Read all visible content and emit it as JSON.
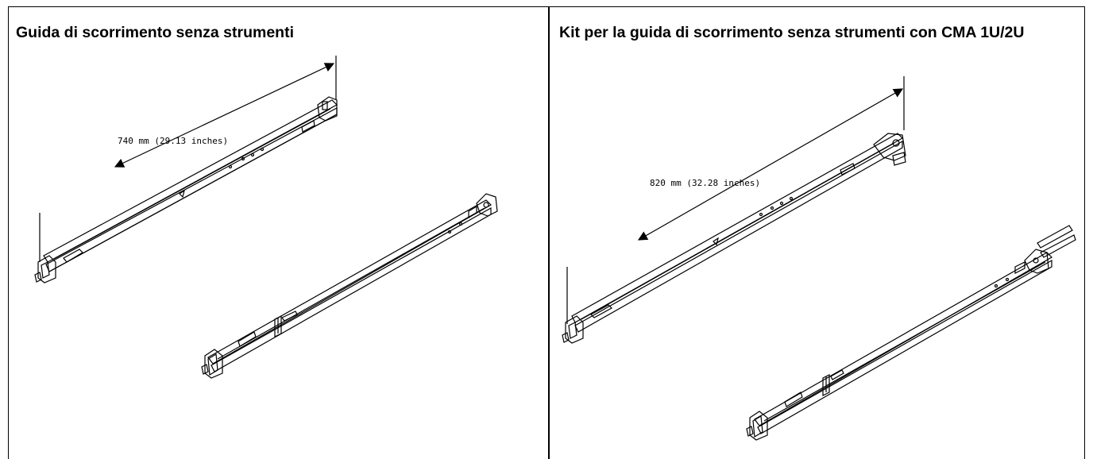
{
  "panels": [
    {
      "title": "Guida di scorrimento senza strumenti",
      "dimension_label": "740 mm (29.13 inches)"
    },
    {
      "title": "Kit per la guida di scorrimento senza strumenti con CMA 1U/2U",
      "dimension_label": "820 mm (32.28 inches)"
    }
  ]
}
